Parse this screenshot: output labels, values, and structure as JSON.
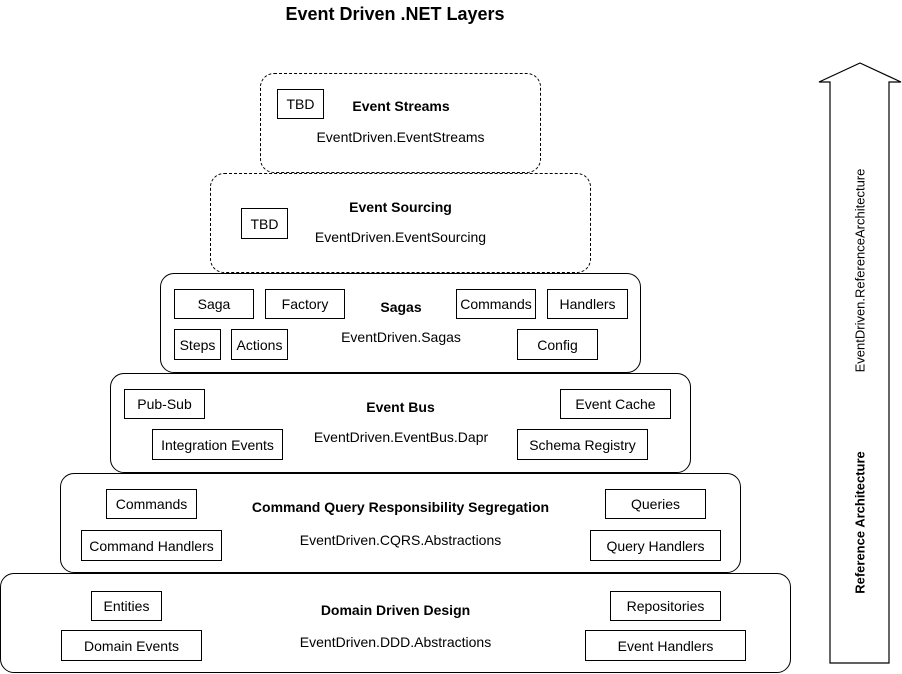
{
  "title": "Event Driven .NET Layers",
  "layers": {
    "event_streams": {
      "title": "Event Streams",
      "namespace": "EventDriven.EventStreams",
      "boxes": [
        "TBD"
      ]
    },
    "event_sourcing": {
      "title": "Event Sourcing",
      "namespace": "EventDriven.EventSourcing",
      "boxes": [
        "TBD"
      ]
    },
    "sagas": {
      "title": "Sagas",
      "namespace": "EventDriven.Sagas",
      "boxes": [
        "Saga",
        "Factory",
        "Commands",
        "Handlers",
        "Steps",
        "Actions",
        "Config"
      ]
    },
    "event_bus": {
      "title": "Event Bus",
      "namespace": "EventDriven.EventBus.Dapr",
      "boxes": [
        "Pub-Sub",
        "Event Cache",
        "Integration Events",
        "Schema Registry"
      ]
    },
    "cqrs": {
      "title": "Command Query Responsibility Segregation",
      "namespace": "EventDriven.CQRS.Abstractions",
      "boxes": [
        "Commands",
        "Queries",
        "Command Handlers",
        "Query Handlers"
      ]
    },
    "ddd": {
      "title": "Domain Driven Design",
      "namespace": "EventDriven.DDD.Abstractions",
      "boxes": [
        "Entities",
        "Repositories",
        "Domain Events",
        "Event Handlers"
      ]
    }
  },
  "arrow": {
    "label_bold": "Reference Architecture",
    "label_normal": "EventDriven.ReferenceArchitecture"
  }
}
